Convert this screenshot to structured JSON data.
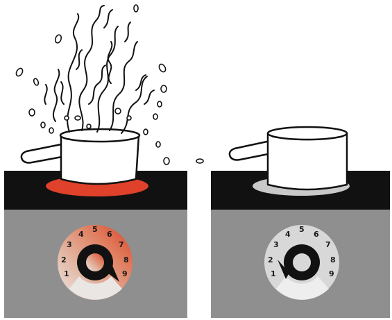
{
  "scenes": [
    {
      "name": "boiling-pot-on-hot-burner",
      "burner_state": "hot",
      "pot_state": "boiling",
      "knob_setting": 9,
      "dial_numbers": [
        "1",
        "2",
        "3",
        "4",
        "5",
        "6",
        "7",
        "8",
        "9"
      ]
    },
    {
      "name": "still-pot-on-off-burner",
      "burner_state": "off",
      "pot_state": "still",
      "knob_setting": 1,
      "dial_numbers": [
        "1",
        "2",
        "3",
        "4",
        "5",
        "6",
        "7",
        "8",
        "9"
      ]
    }
  ],
  "colors": {
    "stovetop": "#111111",
    "stove_front": "#8f8f8f",
    "burner_hot": "#e0412a",
    "burner_off": "#c9c9c9",
    "dial_ring_gradient": [
      "#efe6e2",
      "#e2b7a4",
      "#e07d5e",
      "#d9432a"
    ],
    "dial_ring_off": "#d8d8d8",
    "knob": "#111111"
  }
}
